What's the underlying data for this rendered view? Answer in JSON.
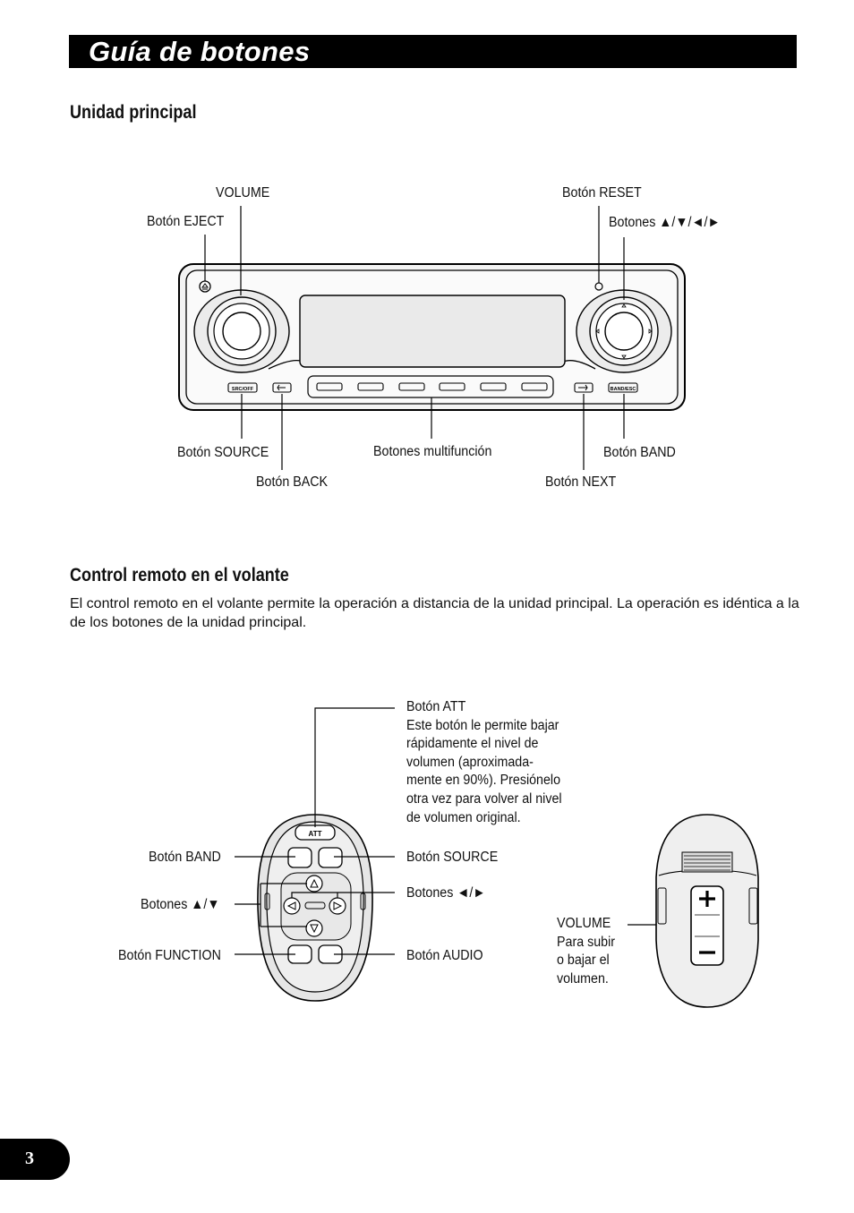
{
  "page": {
    "title": "Guía de botones",
    "page_number": "3"
  },
  "section1": {
    "heading": "Unidad principal",
    "labels": {
      "volume": "VOLUME",
      "eject": "Botón EJECT",
      "reset": "Botón RESET",
      "arrows": "Botones ▲/▼/◄/►",
      "source": "Botón SOURCE",
      "multifunction": "Botones multifunción",
      "band": "Botón BAND",
      "back": "Botón BACK",
      "next": "Botón NEXT"
    },
    "panel_buttons": {
      "src_off": "SRC/OFF",
      "band_esc": "BAND/ESC"
    }
  },
  "section2": {
    "heading": "Control remoto en el volante",
    "paragraph": "El control remoto en el volante permite la operación a distancia de la unidad principal. La operación es idéntica a la de los botones de la unidad principal.",
    "labels": {
      "att_title": "Botón ATT",
      "att_desc": [
        "Este botón le permite bajar",
        "rápidamente el nivel de",
        "volumen (aproximada-",
        "mente en 90%). Presiónelo",
        "otra vez para volver al nivel",
        "de volumen original."
      ],
      "band": "Botón BAND",
      "source": "Botón SOURCE",
      "updown": "Botones ▲/▼",
      "leftright": "Botones ◄/►",
      "function": "Botón FUNCTION",
      "audio": "Botón AUDIO",
      "volume_title": "VOLUME",
      "volume_desc": [
        "Para subir",
        "o bajar el",
        "volumen."
      ]
    },
    "remote_buttons": {
      "att": "ATT"
    }
  }
}
